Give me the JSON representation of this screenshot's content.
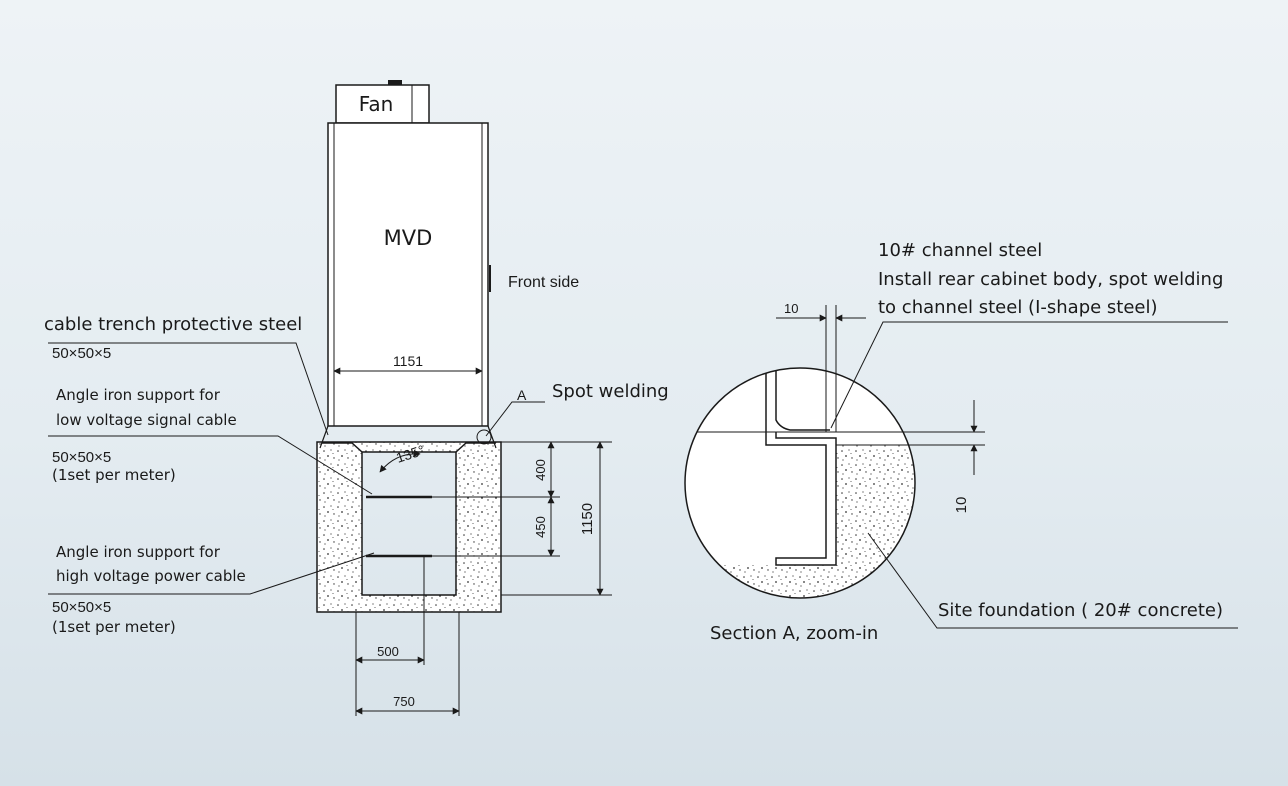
{
  "cabinet": {
    "fan": "Fan",
    "name": "MVD",
    "front_side": "Front side",
    "width_dim": "1151"
  },
  "labels": {
    "cable_trench_steel": "cable trench protective steel",
    "spec_1": "50×50×5",
    "lv_support_1": "Angle iron support for",
    "lv_support_2": "low voltage signal cable",
    "spec_2": "50×50×5",
    "per_meter_1": "(1set per meter)",
    "angle": "135°",
    "section_mark": "A",
    "spot_welding": "Spot welding",
    "hv_support_1": "Angle iron support for",
    "hv_support_2": "high voltage power cable",
    "spec_3": "50×50×5",
    "per_meter_2": "(1set per meter)"
  },
  "dimensions": {
    "upper_depth": "400",
    "lower_depth": "450",
    "total_depth": "1150",
    "inner_width": "500",
    "outer_width": "750"
  },
  "detail": {
    "channel_steel": "10# channel steel",
    "install_1": "Install rear cabinet body, spot welding",
    "install_2": "to channel steel (I-shape steel)",
    "dim_gap": "10",
    "dim_height": "10",
    "foundation": "Site foundation ( 20#  concrete)",
    "caption": "Section A, zoom-in"
  }
}
